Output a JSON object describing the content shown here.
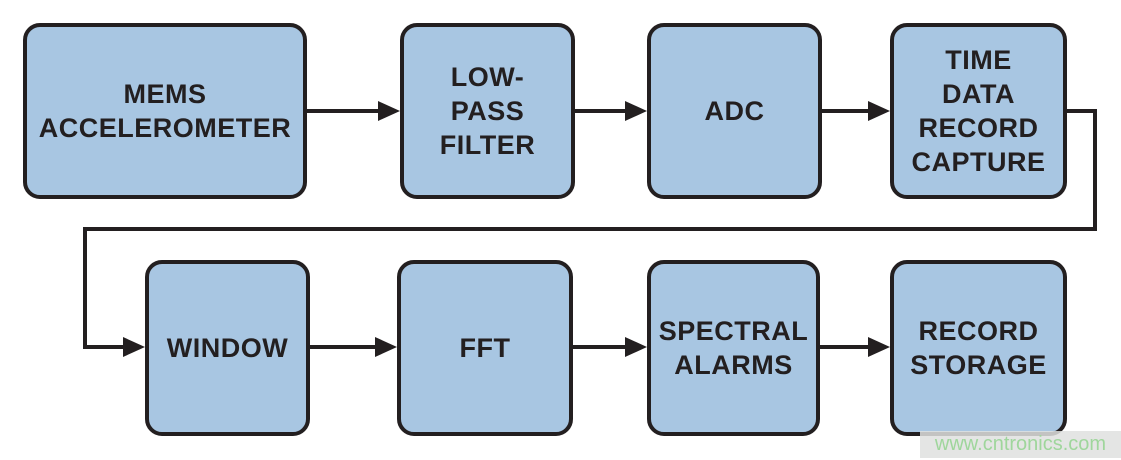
{
  "diagram": {
    "type": "block-flow-diagram",
    "blocks": [
      {
        "id": "mems",
        "label": "MEMS\nACCELEROMETER"
      },
      {
        "id": "lowpass-filter",
        "label": "LOW-\nPASS\nFILTER"
      },
      {
        "id": "adc",
        "label": "ADC"
      },
      {
        "id": "time-capture",
        "label": "TIME\nDATA\nRECORD\nCAPTURE"
      },
      {
        "id": "window",
        "label": "WINDOW"
      },
      {
        "id": "fft",
        "label": "FFT"
      },
      {
        "id": "spectral-alarms",
        "label": "SPECTRAL\nALARMS"
      },
      {
        "id": "record-storage",
        "label": "RECORD\nSTORAGE"
      }
    ],
    "edges": [
      {
        "from": "mems",
        "to": "lowpass-filter"
      },
      {
        "from": "lowpass-filter",
        "to": "adc"
      },
      {
        "from": "adc",
        "to": "time-capture"
      },
      {
        "from": "time-capture",
        "to": "window"
      },
      {
        "from": "window",
        "to": "fft"
      },
      {
        "from": "fft",
        "to": "spectral-alarms"
      },
      {
        "from": "spectral-alarms",
        "to": "record-storage"
      }
    ]
  },
  "watermark": {
    "text": "www.cntronics.com"
  },
  "colors": {
    "block_fill": "#a8c6e2",
    "block_border": "#231f20",
    "arrow": "#231f20",
    "watermark_text": "#9fd69c",
    "watermark_bg": "#dfe0df",
    "background": "#ffffff"
  }
}
